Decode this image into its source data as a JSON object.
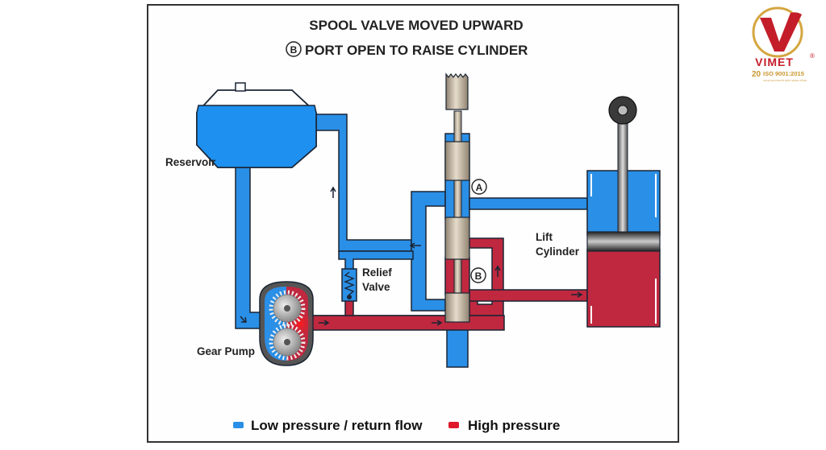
{
  "diagram": {
    "title_line1": "SPOOL VALVE MOVED UPWARD",
    "title_line2_marker": "B",
    "title_line2": "PORT OPEN TO RAISE CYLINDER",
    "labels": {
      "reservoir": "Reservoir",
      "relief_valve_1": "Relief",
      "relief_valve_2": "Valve",
      "gear_pump": "Gear Pump",
      "lift_cylinder_1": "Lift",
      "lift_cylinder_2": "Cylinder",
      "port_a": "A",
      "port_b": "B"
    },
    "legend": [
      {
        "label": "Low pressure / return flow",
        "color": "#2a8fe6"
      },
      {
        "label": "High pressure",
        "color": "#d81b2c"
      }
    ],
    "colors": {
      "low_pressure": "#2a8fe6",
      "high_pressure": "#c0283f",
      "spool": "#c9bca6",
      "outline": "#1a2433"
    }
  },
  "logo": {
    "brand": "VIMET",
    "registered": "®",
    "years": "20",
    "certification": "ISO 9001:2015",
    "tagline": "CUNG ĐẠI NGƯỜI DẪN THÀNH CÔNG"
  }
}
